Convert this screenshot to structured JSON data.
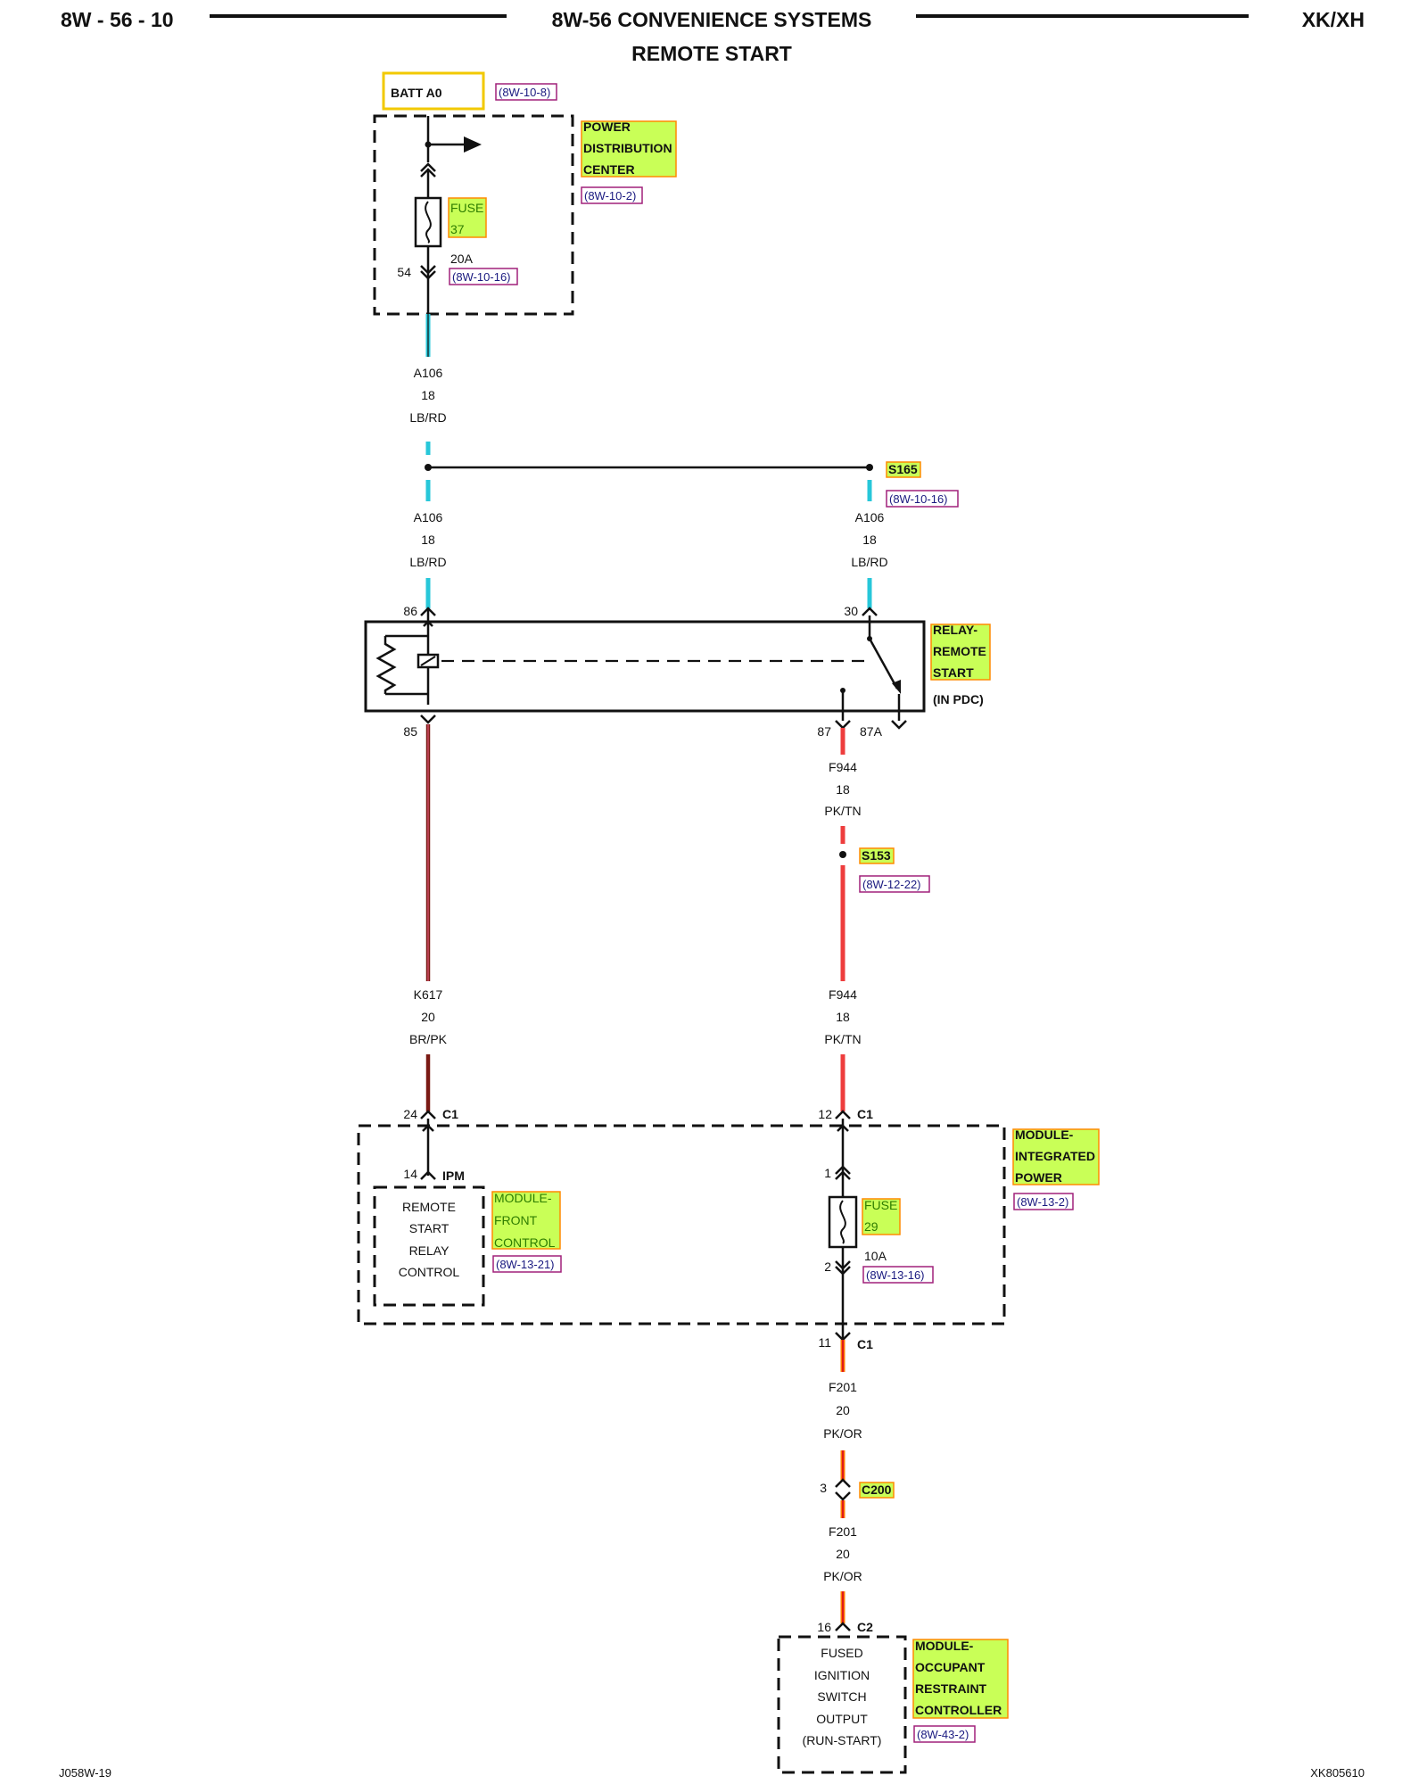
{
  "header": {
    "page_code": "8W - 56 - 10",
    "title": "8W-56 CONVENIENCE SYSTEMS",
    "subtitle": "REMOTE START",
    "model": "XK/XH"
  },
  "footer": {
    "left_code": "J058W-19",
    "right_code": "XK805610"
  },
  "batt": {
    "label": "BATT A0",
    "ref": "(8W-10-8)"
  },
  "pdc": {
    "label_lines": [
      "POWER",
      "DISTRIBUTION",
      "CENTER"
    ],
    "ref": "(8W-10-2)",
    "fuse_lines": [
      "FUSE",
      "37"
    ],
    "fuse_rating": "20A",
    "fuse_ref": "(8W-10-16)",
    "pin_out": "54"
  },
  "wire_a106": {
    "circuit": "A106",
    "gauge": "18",
    "color": "LB/RD"
  },
  "splice_s165": {
    "label": "S165",
    "ref": "(8W-10-16)"
  },
  "relay": {
    "label_lines": [
      "RELAY-",
      "REMOTE",
      "START"
    ],
    "location": "(IN PDC)",
    "pins": {
      "p86": "86",
      "p30": "30",
      "p85": "85",
      "p87": "87",
      "p87a": "87A"
    }
  },
  "wire_f944": {
    "circuit": "F944",
    "gauge": "18",
    "color": "PK/TN"
  },
  "splice_s153": {
    "label": "S153",
    "ref": "(8W-12-22)"
  },
  "wire_k617": {
    "circuit": "K617",
    "gauge": "20",
    "color": "BR/PK"
  },
  "mip": {
    "label_lines": [
      "MODULE-",
      "INTEGRATED",
      "POWER"
    ],
    "ref": "(8W-13-2)",
    "c1_pin_k617": "24",
    "c1_pin_f944": "12",
    "c1_pin_out": "11",
    "connector": "C1",
    "ipm_pin": "14",
    "ipm_label": "IPM",
    "fuse_lines": [
      "FUSE",
      "29"
    ],
    "fuse_rating": "10A",
    "fuse_ref": "(8W-13-16)",
    "fuse_pin_in": "1",
    "fuse_pin_out": "2"
  },
  "front_control": {
    "box_lines": [
      "REMOTE",
      "START",
      "RELAY",
      "CONTROL"
    ],
    "label_lines": [
      "MODULE-",
      "FRONT",
      "CONTROL"
    ],
    "ref": "(8W-13-21)"
  },
  "wire_f201": {
    "circuit": "F201",
    "gauge": "20",
    "color": "PK/OR"
  },
  "connector_c200": {
    "pin": "3",
    "label": "C200"
  },
  "orc": {
    "pin": "16",
    "connector": "C2",
    "box_lines": [
      "FUSED",
      "IGNITION",
      "SWITCH",
      "OUTPUT",
      "(RUN-START)"
    ],
    "label_lines": [
      "MODULE-",
      "OCCUPANT",
      "RESTRAINT",
      "CONTROLLER"
    ],
    "ref": "(8W-43-2)"
  }
}
